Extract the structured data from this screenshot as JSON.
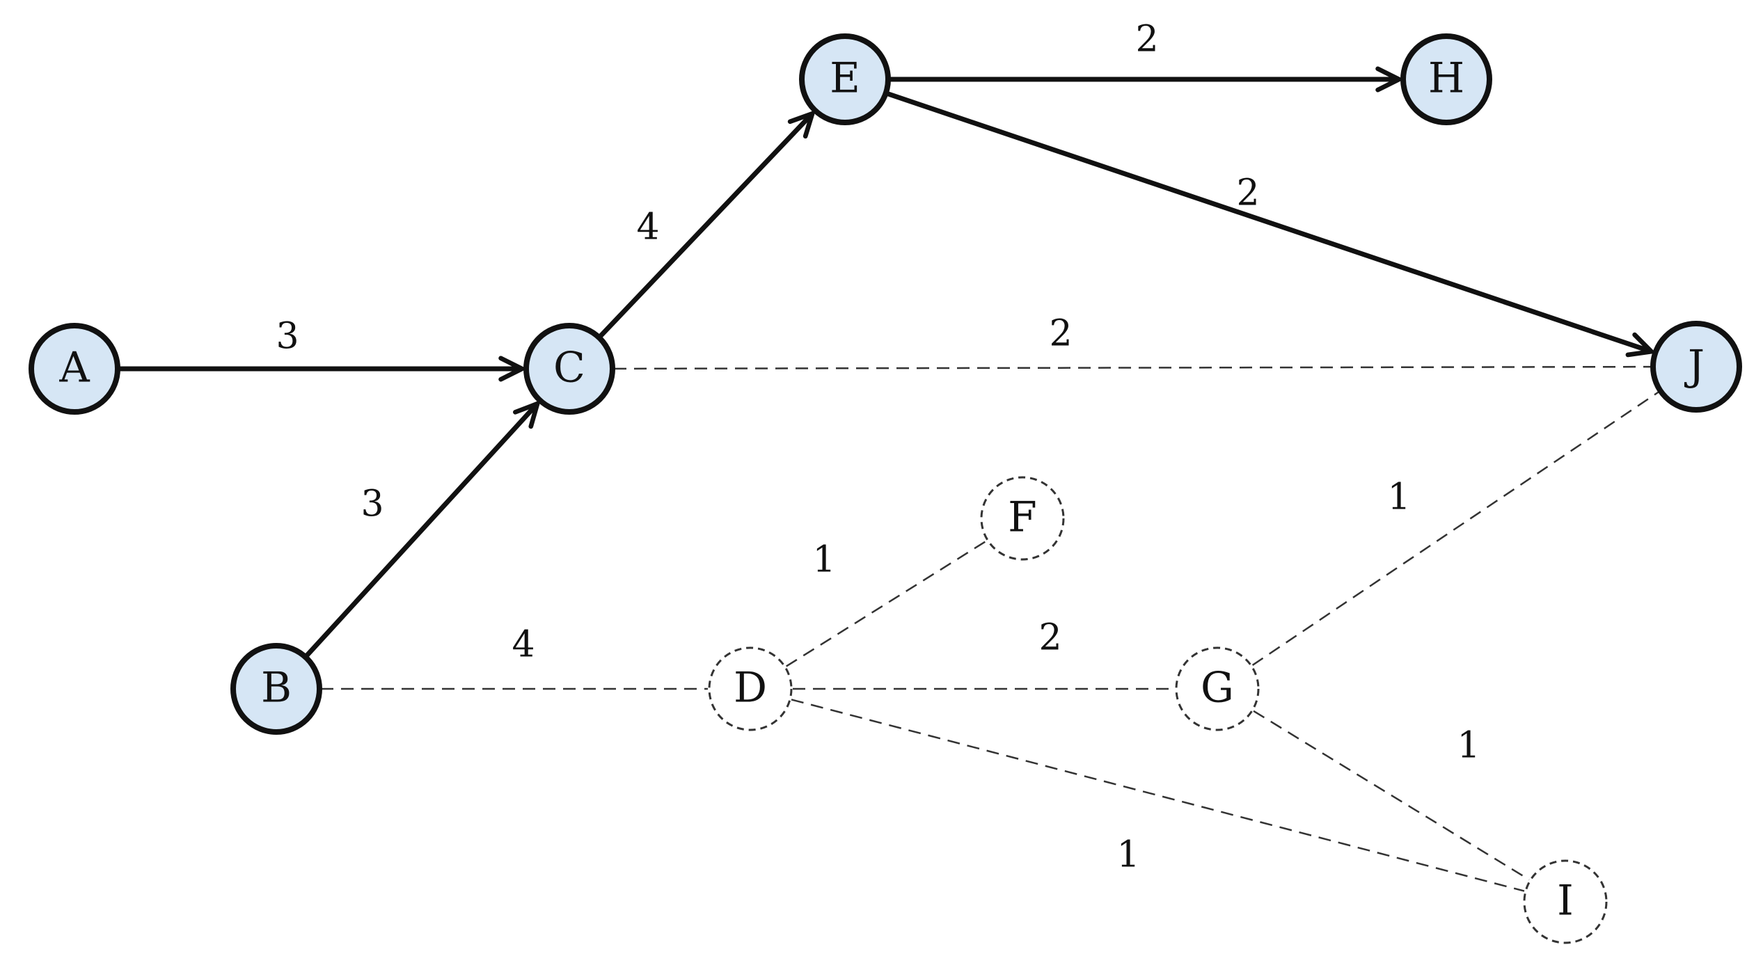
{
  "graph": {
    "colors": {
      "active_node_fill": "#d6e6f5",
      "stroke": "#111111",
      "inactive_stroke": "#333333",
      "inactive_fill": "#ffffff",
      "background": "#ffffff"
    },
    "nodes": [
      {
        "id": "A",
        "label": "A",
        "state": "active"
      },
      {
        "id": "B",
        "label": "B",
        "state": "active"
      },
      {
        "id": "C",
        "label": "C",
        "state": "active"
      },
      {
        "id": "D",
        "label": "D",
        "state": "inactive"
      },
      {
        "id": "E",
        "label": "E",
        "state": "active"
      },
      {
        "id": "F",
        "label": "F",
        "state": "inactive"
      },
      {
        "id": "G",
        "label": "G",
        "state": "inactive"
      },
      {
        "id": "H",
        "label": "H",
        "state": "active"
      },
      {
        "id": "I",
        "label": "I",
        "state": "inactive"
      },
      {
        "id": "J",
        "label": "J",
        "state": "active"
      }
    ],
    "edges": [
      {
        "from": "A",
        "to": "C",
        "weight": "3",
        "style": "solid",
        "directed": true
      },
      {
        "from": "B",
        "to": "C",
        "weight": "3",
        "style": "solid",
        "directed": true
      },
      {
        "from": "C",
        "to": "E",
        "weight": "4",
        "style": "solid",
        "directed": true
      },
      {
        "from": "E",
        "to": "H",
        "weight": "2",
        "style": "solid",
        "directed": true
      },
      {
        "from": "E",
        "to": "J",
        "weight": "2",
        "style": "solid",
        "directed": true
      },
      {
        "from": "C",
        "to": "J",
        "weight": "2",
        "style": "dashed",
        "directed": false
      },
      {
        "from": "B",
        "to": "D",
        "weight": "4",
        "style": "dashed",
        "directed": false
      },
      {
        "from": "D",
        "to": "F",
        "weight": "1",
        "style": "dashed",
        "directed": false
      },
      {
        "from": "D",
        "to": "G",
        "weight": "2",
        "style": "dashed",
        "directed": false
      },
      {
        "from": "D",
        "to": "I",
        "weight": "1",
        "style": "dashed",
        "directed": false
      },
      {
        "from": "G",
        "to": "J",
        "weight": "1",
        "style": "dashed",
        "directed": false
      },
      {
        "from": "G",
        "to": "I",
        "weight": "1",
        "style": "dashed",
        "directed": false
      }
    ]
  }
}
